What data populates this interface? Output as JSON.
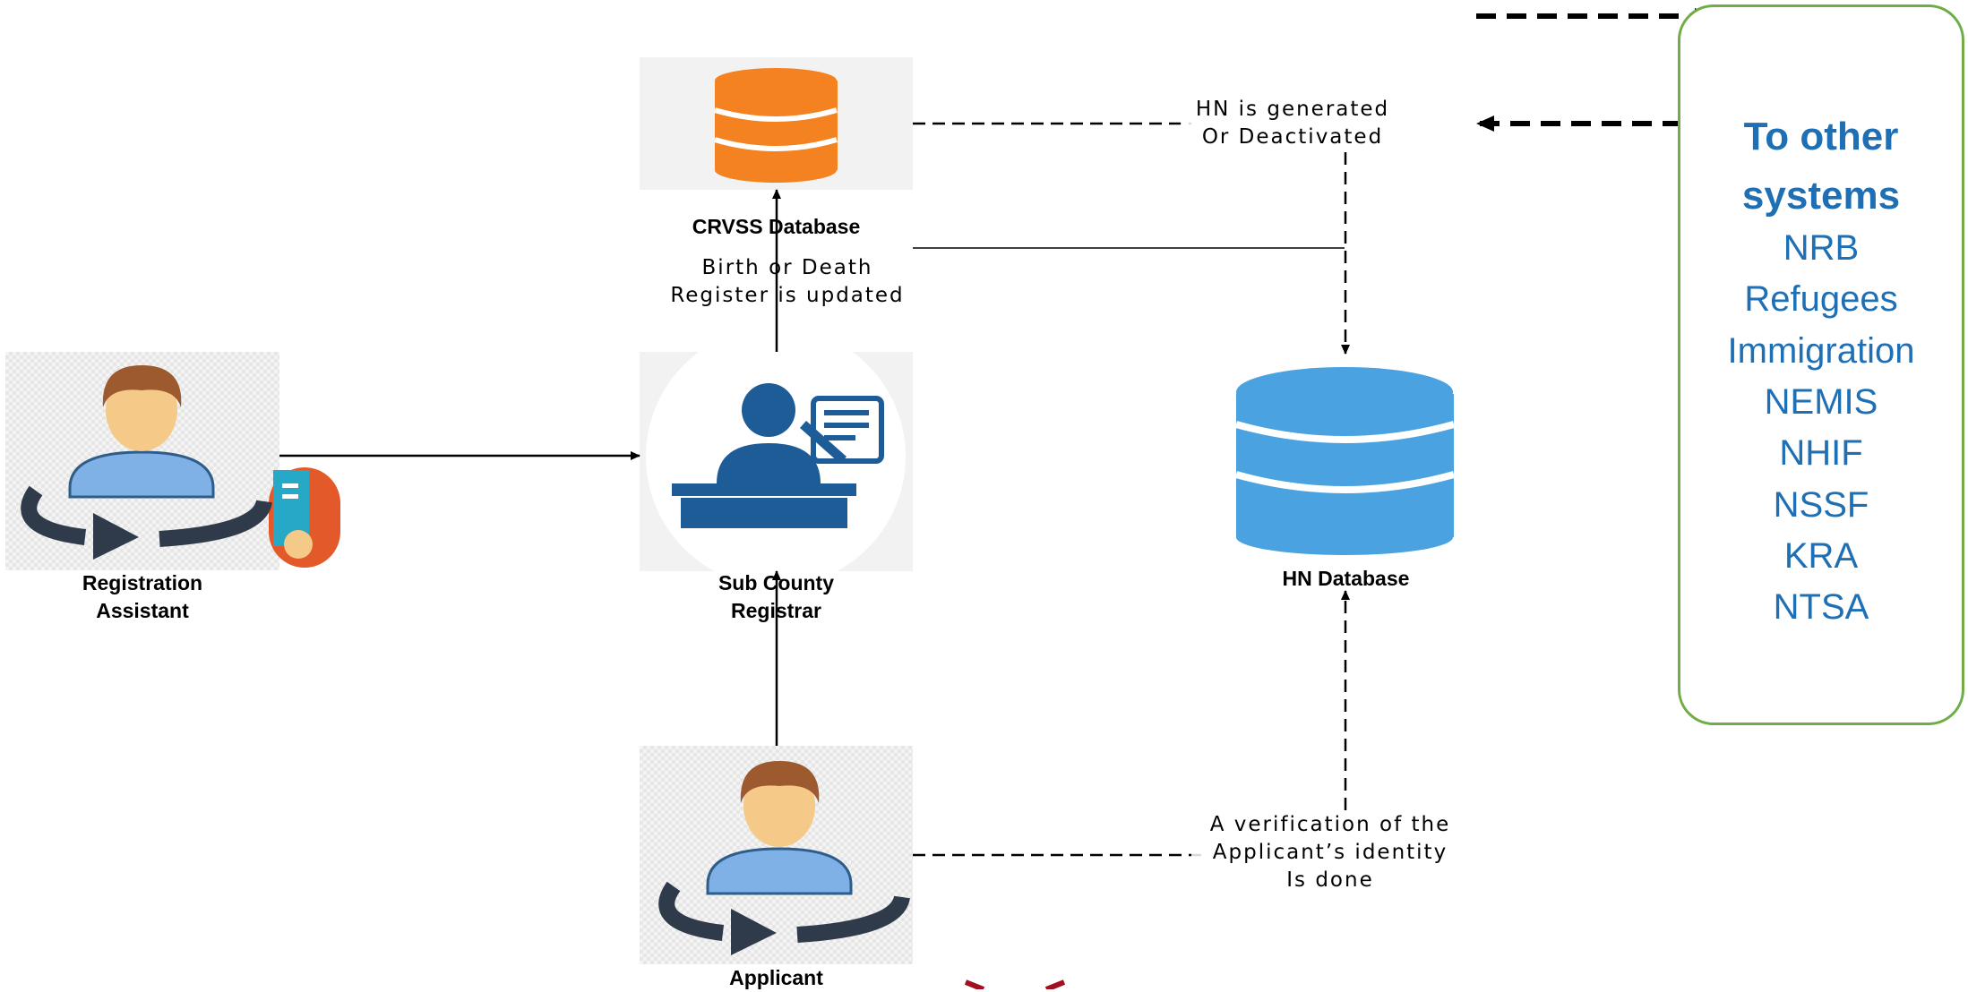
{
  "nodes": {
    "crvss_db": {
      "label": "CRVSS Database"
    },
    "sub_county_registrar": {
      "label": "Sub County\nRegistrar"
    },
    "registration_assistant": {
      "label": "Registration\nAssistant"
    },
    "applicant": {
      "label": "Applicant"
    },
    "hn_db": {
      "label": "HN Database"
    }
  },
  "notes": {
    "hn_generated": "HN is generated\nOr Deactivated",
    "register_updated": "Birth or Death\nRegister is updated",
    "verification": "A verification of the\nApplicant’s identity\nIs done"
  },
  "systems_panel": {
    "title_line1": "To other",
    "title_line2": "systems",
    "items": [
      "NRB",
      "Refugees",
      "Immigration",
      "NEMIS",
      "NHIF",
      "NSSF",
      "KRA",
      "NTSA"
    ]
  },
  "colors": {
    "crvss_db": "#f58220",
    "hn_db": "#4aa3e0",
    "registrar_icon": "#1d5c96",
    "panel_border": "#70ad47",
    "panel_text": "#1f6fb5",
    "person_skin": "#f5c987",
    "person_hair": "#9c5a2e",
    "person_shirt": "#7fb0e6",
    "person_arrow": "#2f3b4a"
  }
}
